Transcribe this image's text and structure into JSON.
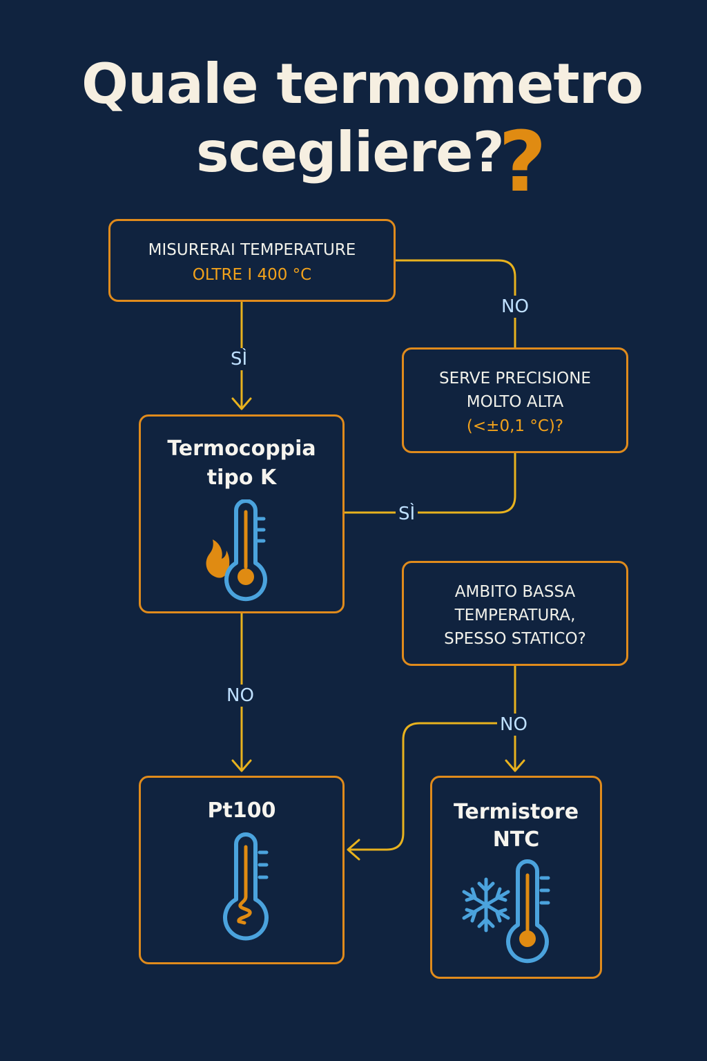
{
  "title": {
    "line1": "Quale termometro",
    "line2": "scegliere?",
    "mark": "?"
  },
  "nodes": {
    "q_temp": {
      "line1": "MISURERAI TEMPERATURE",
      "line2": "OLTRE I 400 °C"
    },
    "q_precision": {
      "line1": "SERVE PRECISIONE",
      "line2": "MOLTO ALTA",
      "line3": "(<±0,1 °C)?"
    },
    "q_low_temp": {
      "line1": "AMBITO BASSA",
      "line2": "TEMPERATURA,",
      "line3": "SPESSO STATICO?"
    },
    "r_thermocouple": {
      "line1": "Termocoppia",
      "line2": "tipo K",
      "icon": "flame-thermometer-icon"
    },
    "r_pt100": {
      "line1": "Pt100",
      "icon": "coil-thermometer-icon"
    },
    "r_ntc": {
      "line1": "Termistore",
      "line2": "NTC",
      "icon": "snowflake-thermometer-icon"
    }
  },
  "edges": {
    "temp_yes": "SÌ",
    "temp_no": "NO",
    "precision_yes": "SÌ",
    "thermocouple_no": "NO",
    "low_temp_no": "NO"
  },
  "colors": {
    "background": "#10233f",
    "accent_orange": "#e08b1c",
    "connector_yellow": "#e8b21e",
    "label_blue": "#bfe0ff",
    "icon_blue": "#4ba3dd",
    "text_light": "#f1f1ea"
  }
}
